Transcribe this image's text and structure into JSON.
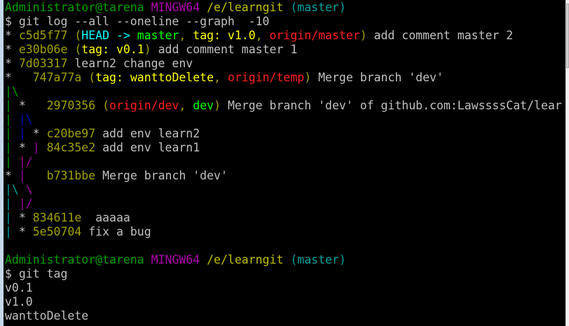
{
  "palette": {
    "text": "#c0c0c0",
    "user": "#00a000",
    "mingw": "#b000b0",
    "path": "#bfbf00",
    "branch": "#00a0a0",
    "hash": "#a0a000",
    "head": "#00ffff",
    "local": "#00ff00",
    "tag": "#ffff00",
    "remote": "#ff2020",
    "g1": "#00a000",
    "g2": "#0000c0",
    "g3": "#a000a0",
    "g4": "#00a0a0"
  },
  "lines": [
    [
      [
        "Administrator@tarena",
        "user"
      ],
      [
        " ",
        "text"
      ],
      [
        "MINGW64",
        "mingw"
      ],
      [
        " ",
        "text"
      ],
      [
        "/e/learngit",
        "path"
      ],
      [
        " ",
        "text"
      ],
      [
        "(master)",
        "branch"
      ]
    ],
    [
      [
        "$ git log --all --oneline --graph  -10",
        "text"
      ]
    ],
    [
      [
        "* ",
        "text"
      ],
      [
        "c5d5f77",
        "hash"
      ],
      [
        " (",
        "hash"
      ],
      [
        "HEAD -> ",
        "head"
      ],
      [
        "master",
        "local"
      ],
      [
        ", ",
        "hash"
      ],
      [
        "tag: v1.0",
        "tag"
      ],
      [
        ", ",
        "hash"
      ],
      [
        "origin/master",
        "remote"
      ],
      [
        ")",
        "hash"
      ],
      [
        " add comment master 2",
        "text"
      ]
    ],
    [
      [
        "* ",
        "text"
      ],
      [
        "e30b06e",
        "hash"
      ],
      [
        " (",
        "hash"
      ],
      [
        "tag: v0.1",
        "tag"
      ],
      [
        ")",
        "hash"
      ],
      [
        " add comment master 1",
        "text"
      ]
    ],
    [
      [
        "* ",
        "text"
      ],
      [
        "7d03317",
        "hash"
      ],
      [
        " learn2 change env",
        "text"
      ]
    ],
    [
      [
        "*   ",
        "text"
      ],
      [
        "747a77a",
        "hash"
      ],
      [
        " (",
        "hash"
      ],
      [
        "tag: wanttoDelete",
        "tag"
      ],
      [
        ", ",
        "hash"
      ],
      [
        "origin/temp",
        "remote"
      ],
      [
        ")",
        "hash"
      ],
      [
        " Merge branch 'dev'",
        "text"
      ]
    ],
    [
      [
        "|\\",
        "g1"
      ]
    ],
    [
      [
        "| ",
        "g1"
      ],
      [
        "*   ",
        "text"
      ],
      [
        "2970356",
        "hash"
      ],
      [
        " (",
        "hash"
      ],
      [
        "origin/dev",
        "remote"
      ],
      [
        ", ",
        "hash"
      ],
      [
        "dev",
        "local"
      ],
      [
        ")",
        "hash"
      ],
      [
        " Merge branch 'dev' of github.com:LawssssCat/lear",
        "text"
      ]
    ],
    [
      [
        "| ",
        "g1"
      ],
      [
        "|\\",
        "g2"
      ]
    ],
    [
      [
        "| ",
        "g1"
      ],
      [
        "| ",
        "g2"
      ],
      [
        "* ",
        "text"
      ],
      [
        "c20be97",
        "hash"
      ],
      [
        " add env learn2",
        "text"
      ]
    ],
    [
      [
        "| ",
        "g1"
      ],
      [
        "* ",
        "text"
      ],
      [
        "| ",
        "g3"
      ],
      [
        "84c35e2",
        "hash"
      ],
      [
        " add env learn1",
        "text"
      ]
    ],
    [
      [
        "| ",
        "g1"
      ],
      [
        "|/",
        "g3"
      ]
    ],
    [
      [
        "* ",
        "text"
      ],
      [
        "|   ",
        "g3"
      ],
      [
        "b731bbe",
        "hash"
      ],
      [
        " Merge branch 'dev'",
        "text"
      ]
    ],
    [
      [
        "|\\",
        "g4"
      ],
      [
        " \\",
        "g3"
      ]
    ],
    [
      [
        "| ",
        "g4"
      ],
      [
        "|/",
        "g3"
      ]
    ],
    [
      [
        "| ",
        "g4"
      ],
      [
        "* ",
        "text"
      ],
      [
        "834611e",
        "hash"
      ],
      [
        "  aaaaa",
        "text"
      ]
    ],
    [
      [
        "| ",
        "g4"
      ],
      [
        "* ",
        "text"
      ],
      [
        "5e50704",
        "hash"
      ],
      [
        " fix a bug",
        "text"
      ]
    ],
    [
      [
        "",
        "text"
      ]
    ],
    [
      [
        "Administrator@tarena",
        "user"
      ],
      [
        " ",
        "text"
      ],
      [
        "MINGW64",
        "mingw"
      ],
      [
        " ",
        "text"
      ],
      [
        "/e/learngit",
        "path"
      ],
      [
        " ",
        "text"
      ],
      [
        "(master)",
        "branch"
      ]
    ],
    [
      [
        "$ git tag",
        "text"
      ]
    ],
    [
      [
        "v0.1",
        "text"
      ]
    ],
    [
      [
        "v1.0",
        "text"
      ]
    ],
    [
      [
        "wanttoDelete",
        "text"
      ]
    ]
  ]
}
